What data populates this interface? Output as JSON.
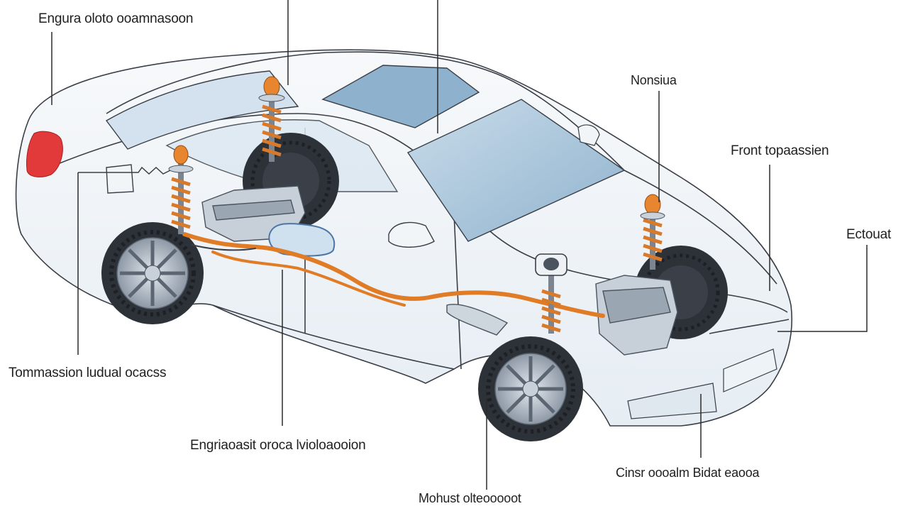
{
  "labels": {
    "top_left": "Engura  oloto ooamnasoon",
    "top_right_mid": "Nonsiua",
    "right_upper": "Front topaassien",
    "right_mid": "Ectouat",
    "left_mid": "Tommassion ludual ocacss",
    "bottom_center": "Engriaoasit oroca lvioloaooion",
    "bottom_right": "Cinsr oooalm Bidat eaooa",
    "bottom": "Mohust olteooooot"
  },
  "colors": {
    "body_outline": "#3a3f47",
    "glass": "#a9c6dc",
    "glass_dark": "#7fa6c4",
    "spring": "#d97a2b",
    "exhaust_pipe": "#e07b26",
    "tire": "#2d3138",
    "rim": "#b9c3cf",
    "tail_light": "#e23a3a",
    "engine": "#9aa6b2",
    "leader_line": "#2b2b2b"
  }
}
